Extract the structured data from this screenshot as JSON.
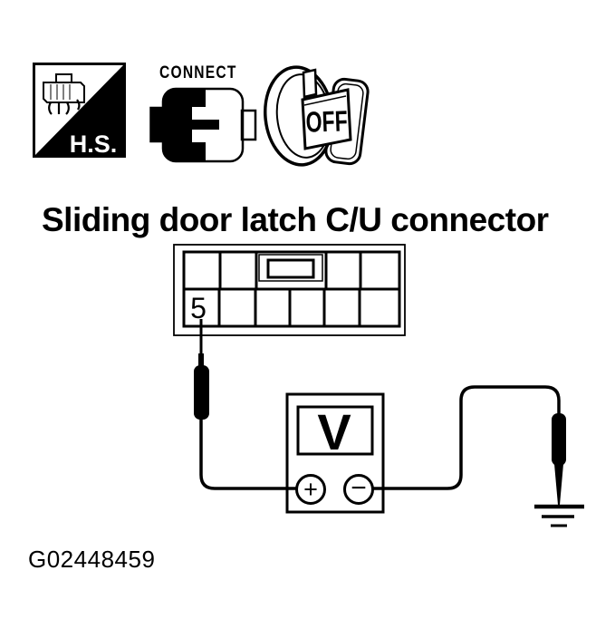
{
  "colors": {
    "paper": "#ffffff",
    "ink": "#000000"
  },
  "stamps": {
    "hs": {
      "label": "H.S.",
      "icon": "harness-connector-icon"
    },
    "connect": {
      "label": "CONNECT",
      "icon": "mated-connector-icon"
    },
    "key": {
      "label": "OFF",
      "icon": "ignition-key-off-icon"
    }
  },
  "title": "Sliding door latch C/U connector",
  "connector": {
    "pin_label": "5",
    "rows": 2,
    "top_row_cells": 5,
    "bottom_row_cells": 6
  },
  "meter": {
    "display_label": "V",
    "positive_label": "+",
    "negative_label": "−"
  },
  "figure_id": "G02448459"
}
